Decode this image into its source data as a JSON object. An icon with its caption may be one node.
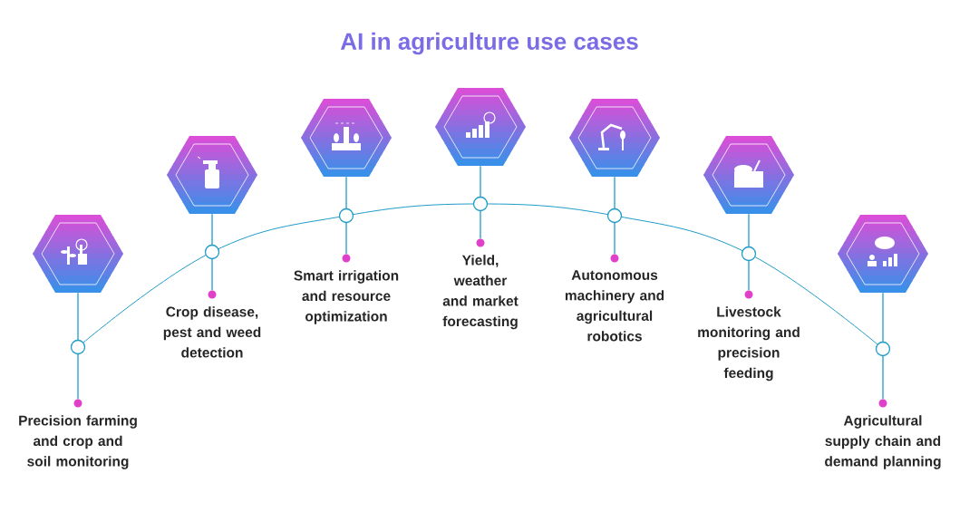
{
  "diagram": {
    "title": "AI in agriculture use cases",
    "nodes": [
      {
        "text": [],
        "shape": "hexagon"
      },
      {
        "text": [],
        "shape": "hexagon"
      },
      {
        "text": [],
        "shape": "hexagon"
      },
      {
        "text": [],
        "shape": "hexagon"
      },
      {
        "text": [],
        "shape": "hexagon"
      },
      {
        "text": [],
        "shape": "hexagon"
      },
      {
        "text": [],
        "shape": "hexagon"
      },
      {
        "text": [
          "Precision farming and crop and soil monitoring"
        ]
      },
      {
        "text": [
          "Crop disease, pest and weed detection"
        ]
      },
      {
        "text": [
          "Smart irrigation and resource optimization"
        ]
      },
      {
        "text": [
          "Yield, weather and market forecasting"
        ]
      },
      {
        "text": [
          "Autonomous machinery and agricultural robotics"
        ]
      },
      {
        "text": [
          "Livestock monitoring and precision feeding"
        ]
      },
      {
        "text": [
          "Agricultural supply chain and demand planning"
        ]
      },
      {
        "text": [],
        "shape": "circle"
      },
      {
        "text": [],
        "shape": "circle"
      },
      {
        "text": [],
        "shape": "circle"
      },
      {
        "text": [],
        "shape": "circle"
      },
      {
        "text": [],
        "shape": "circle"
      },
      {
        "text": [],
        "shape": "circle"
      },
      {
        "text": [],
        "shape": "circle"
      }
    ],
    "edges": [
      {
        "from": 0,
        "to": 14,
        "arrow": "none"
      },
      {
        "from": 1,
        "to": 15,
        "arrow": "none"
      },
      {
        "from": 2,
        "to": 16,
        "arrow": "none"
      },
      {
        "from": 3,
        "to": 17,
        "arrow": "none"
      },
      {
        "from": 4,
        "to": 18,
        "arrow": "none"
      },
      {
        "from": 5,
        "to": 19,
        "arrow": "none"
      },
      {
        "from": 6,
        "to": 20,
        "arrow": "none"
      }
    ]
  }
}
